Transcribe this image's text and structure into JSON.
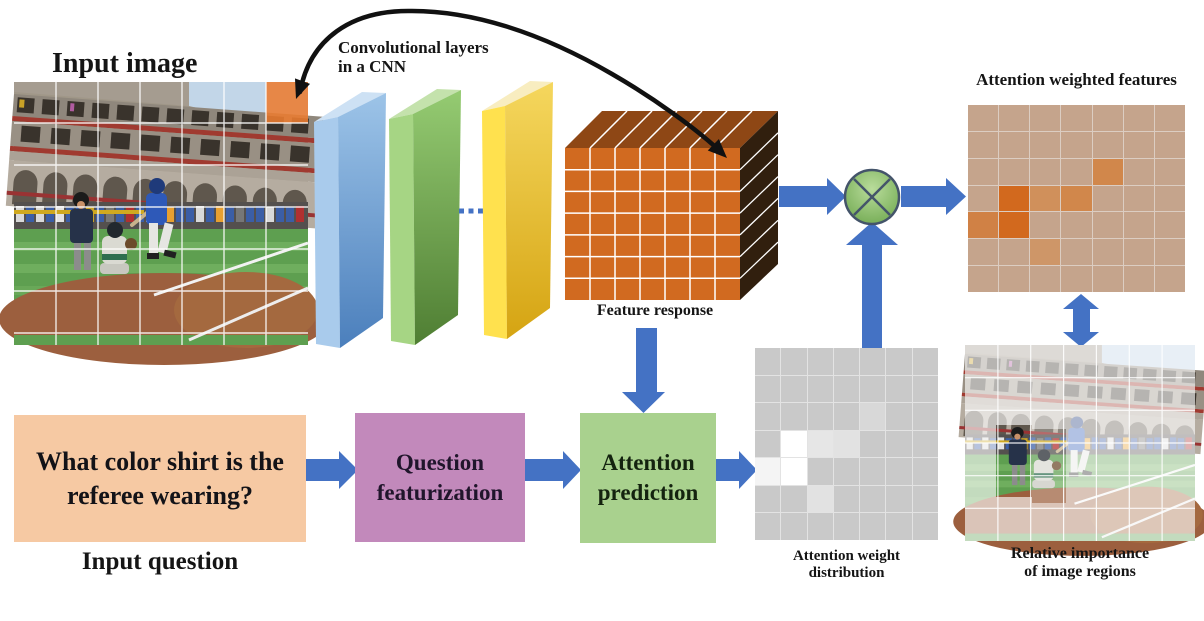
{
  "labels": {
    "input_image": "Input image",
    "conv_line1": "Convolutional layers",
    "conv_line2": "in a CNN",
    "feature_response": "Feature response",
    "attention_weighted_features": "Attention weighted features",
    "attention_weight_line1": "Attention weight",
    "attention_weight_line2": "distribution",
    "relative_importance_line1": "Relative importance",
    "relative_importance_line2": "of image regions",
    "input_question": "Input question"
  },
  "boxes": {
    "question": {
      "line1": "What color shirt is the",
      "line2": "referee wearing?",
      "color": "#F6C9A3"
    },
    "featurization": {
      "line1": "Question",
      "line2": "featurization",
      "color": "#C289BB"
    },
    "attention": {
      "line1": "Attention",
      "line2": "prediction",
      "color": "#A9D18E"
    }
  },
  "operator": {
    "symbol": "multiply",
    "fill_top": "#B9DC9B",
    "fill_bottom": "#6FA84F",
    "stroke": "#44546A"
  },
  "colors": {
    "arrow_blue": "#4472C4",
    "curved_arrow_black": "#111111",
    "cnn_slab_blue": "#93BCE4",
    "cnn_slab_green": "#8CC468",
    "cnn_slab_yellow": "#F2CF52",
    "cube_front": "#D16A20",
    "cube_top": "#8E4715",
    "cube_side": "#311F0E",
    "image_highlight_cell": "#EC7C30",
    "dotted_line": "#4472C4"
  },
  "grids": {
    "weighted_features": {
      "rows": 7,
      "cols": 7,
      "base": "#C5A48C",
      "line": "#DCCDC2",
      "highlights": [
        {
          "r": 2,
          "c": 4,
          "color": "#D1874B"
        },
        {
          "r": 3,
          "c": 1,
          "color": "#D2691E"
        },
        {
          "r": 3,
          "c": 2,
          "color": "#D0905B"
        },
        {
          "r": 3,
          "c": 3,
          "color": "#D1874B"
        },
        {
          "r": 4,
          "c": 0,
          "color": "#D08145"
        },
        {
          "r": 4,
          "c": 1,
          "color": "#D2691E"
        },
        {
          "r": 5,
          "c": 2,
          "color": "#CE9668"
        }
      ]
    },
    "weight_distribution": {
      "rows": 7,
      "cols": 7,
      "base": "#C9C9C9",
      "line": "#E3E3E3",
      "highlights": [
        {
          "r": 2,
          "c": 4,
          "color": "#D8D8D8"
        },
        {
          "r": 3,
          "c": 1,
          "color": "#FFFFFF"
        },
        {
          "r": 3,
          "c": 2,
          "color": "#E6E6E6"
        },
        {
          "r": 3,
          "c": 3,
          "color": "#E2E2E2"
        },
        {
          "r": 4,
          "c": 0,
          "color": "#F4F4F4"
        },
        {
          "r": 4,
          "c": 1,
          "color": "#FFFFFF"
        },
        {
          "r": 5,
          "c": 2,
          "color": "#E2E2E2"
        }
      ]
    }
  }
}
